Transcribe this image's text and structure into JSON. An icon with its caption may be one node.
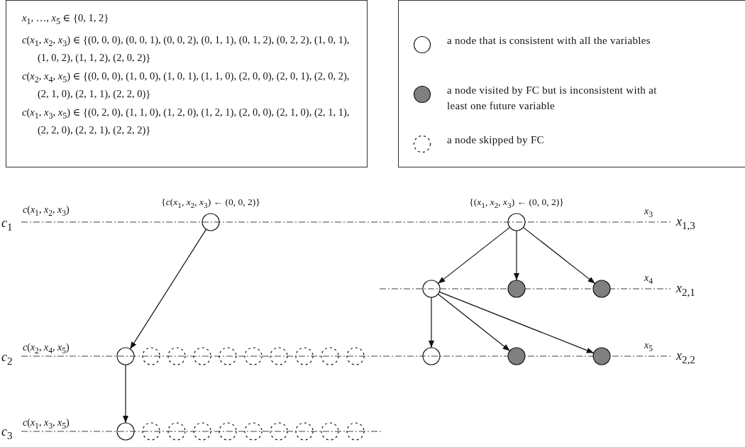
{
  "diagram": {
    "nodes": [
      {
        "text": [
          "*x*$_{1}$, …, *x*$_{5}$ ∈ {0, 1, 2}",
          "*c*(*x*$_{1}$, *x*$_{2}$, *x*$_{3}$) ∈ {(0, 0, 0), (0, 0, 1), (0, 0, 2), (0, 1, 1), (0, 1, 2), (0, 2, 2), (1, 0, 1), (1, 0, 2), (1, 1, 2), (2, 0, 2)}",
          "*c*(*x*$_{2}$, *x*$_{4}$, *x*$_{5}$) ∈ {(0, 0, 0), (1, 0, 0), (1, 0, 1), (1, 1, 0), (2, 0, 0), (2, 0, 1), (2, 0, 2), (2, 1, 0), (2, 1, 1), (2, 2, 0)}",
          "*c*(*x*$_{1}$, *x*$_{3}$, *x*$_{5}$) ∈ {(0, 2, 0), (1, 1, 0), (1, 2, 0), (1, 2, 1), (2, 0, 0), (2, 1, 0), (2, 1, 1), (2, 2, 0), (2, 2, 1), (2, 2, 2)}"
        ]
      },
      {
        "text": [],
        "shape": "circle",
        "beside": [
          "{*c*(*x*$_{1}$, *x*$_{2}$, *x*$_{3}$) ← (0, 0, 2)}"
        ]
      },
      {
        "text": [],
        "shape": "circle"
      },
      {
        "text": [],
        "shape": "circle"
      },
      {
        "text": [],
        "shape": "circle"
      },
      {
        "text": [],
        "shape": "circle"
      },
      {
        "text": [],
        "shape": "circle"
      },
      {
        "text": [],
        "shape": "circle"
      },
      {
        "text": [],
        "shape": "circle"
      },
      {
        "text": [],
        "shape": "circle"
      },
      {
        "text": [],
        "shape": "circle"
      },
      {
        "text": [],
        "shape": "circle"
      },
      {
        "text": [],
        "shape": "circle"
      },
      {
        "text": [],
        "shape": "circle"
      },
      {
        "text": [],
        "shape": "circle"
      },
      {
        "text": [],
        "shape": "circle"
      },
      {
        "text": [],
        "shape": "circle"
      },
      {
        "text": [],
        "shape": "circle"
      },
      {
        "text": [],
        "shape": "circle"
      },
      {
        "text": [],
        "shape": "circle"
      },
      {
        "text": [],
        "shape": "circle"
      },
      {
        "text": [],
        "shape": "circle"
      },
      {
        "text": [],
        "shape": "circle",
        "beside": [
          "{(*x*$_{1}$, *x*$_{2}$, *x*$_{3}$) ← (0, 0, 2)}"
        ]
      },
      {
        "text": [],
        "shape": "circle"
      },
      {
        "text": [],
        "shape": "circle"
      },
      {
        "text": [],
        "shape": "circle"
      },
      {
        "text": [],
        "shape": "circle"
      },
      {
        "text": [],
        "shape": "circle"
      },
      {
        "text": [],
        "shape": "circle"
      }
    ],
    "edges": [
      {
        "from": 1,
        "to": 2,
        "arrow": "to"
      },
      {
        "from": 2,
        "to": 12,
        "arrow": "to"
      },
      {
        "from": 22,
        "to": 23,
        "arrow": "to"
      },
      {
        "from": 22,
        "to": 24,
        "arrow": "to"
      },
      {
        "from": 22,
        "to": 25,
        "arrow": "to"
      },
      {
        "from": 23,
        "to": 26,
        "arrow": "to"
      },
      {
        "from": 23,
        "to": 27,
        "arrow": "to"
      },
      {
        "from": 23,
        "to": 28,
        "arrow": "to"
      }
    ],
    "labels": [
      "*c*(*x*$_{1}$, *x*$_{2}$, *x*$_{3}$)",
      "*c*$_{1}$",
      "*x*$_{3}$",
      "*x*$_{1,3}$",
      "*x*$_{4}$",
      "*x*$_{2,1}$",
      "*c*(*x*$_{2}$, *x*$_{4}$, *x*$_{5}$)",
      "*c*$_{2}$",
      "*x*$_{5}$",
      "*x*$_{2,2}$",
      "*c*(*x*$_{1}$, *x*$_{3}$, *x*$_{5}$)",
      "*c*$_{3}$"
    ],
    "legend": [
      {
        "text": "a node that is consistent with all the variables"
      },
      {
        "text": "a node visited by FC but is inconsistent with at least one future variable"
      },
      {
        "text": "a node skipped by FC"
      }
    ]
  }
}
